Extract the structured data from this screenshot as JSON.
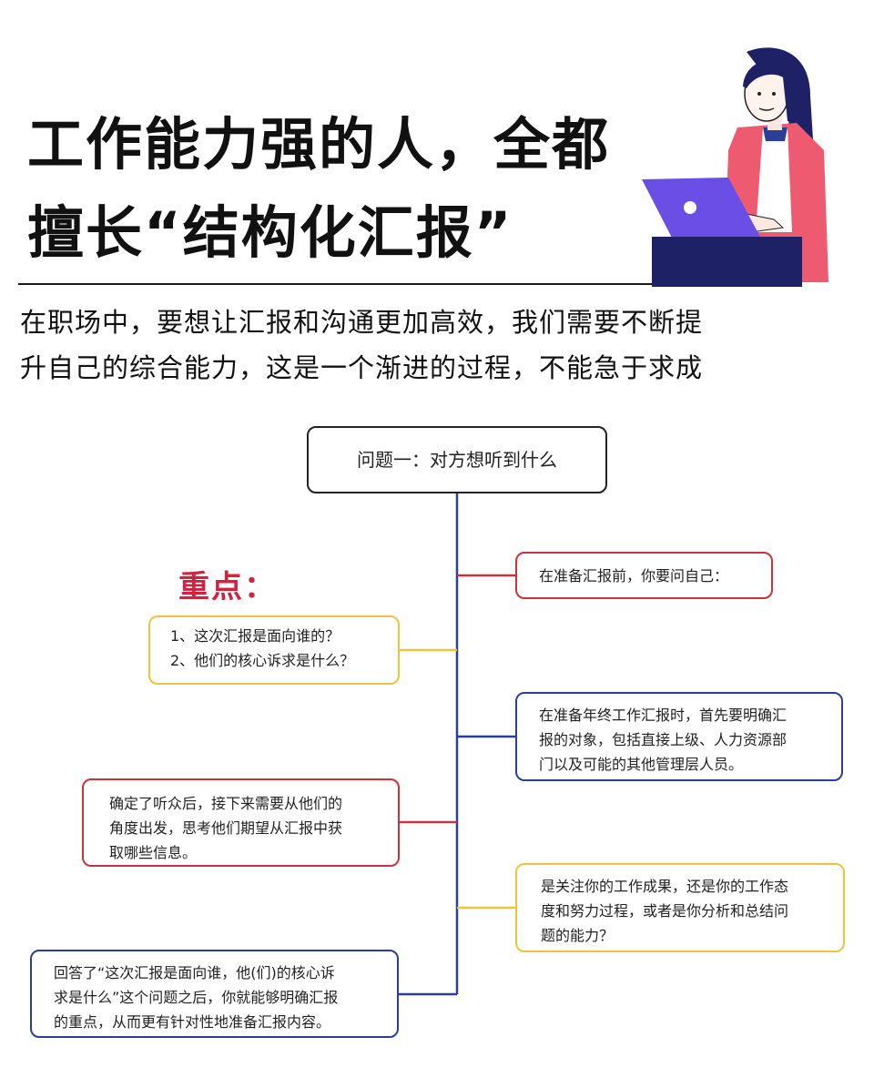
{
  "header": {
    "title_line1": "工作能力强的人，全都",
    "title_line2": "擅长“结构化汇报”"
  },
  "intro": {
    "line1": "在职场中，要想让汇报和沟通更加高效，我们需要不断提",
    "line2": "升自己的综合能力，这是一个渐进的过程，不能急于求成"
  },
  "diagram": {
    "root": "问题一：对方想听到什么",
    "keyword": "重点：",
    "nodes": {
      "n1": [
        "在准备汇报前，你要问自己："
      ],
      "n2": [
        "1、这次汇报是面向谁的？",
        "2、他们的核心诉求是什么？"
      ],
      "n3": [
        "在准备年终工作汇报时，首先要明确汇",
        "报的对象，包括直接上级、人力资源部",
        "门以及可能的其他管理层人员。"
      ],
      "n4": [
        "确定了听众后，接下来需要从他们的",
        "角度出发，思考他们期望从汇报中获",
        "取哪些信息。"
      ],
      "n5": [
        "是关注你的工作成果，还是你的工作态",
        "度和努力过程，或者是你分析和总结问",
        "题的能力？"
      ],
      "n6": [
        "回答了“这次汇报是面向谁，他(们)的核心诉",
        "求是什么”这个问题之后，你就能够明确汇报",
        "的重点，从而更有针对性地准备汇报内容。"
      ]
    }
  },
  "colors": {
    "red": "#c9343b",
    "blue": "#2b3f96",
    "yellow": "#e9c63a",
    "keyword": "#d4213d"
  },
  "illustration": {
    "subject": "woman-at-laptop-illustration"
  }
}
